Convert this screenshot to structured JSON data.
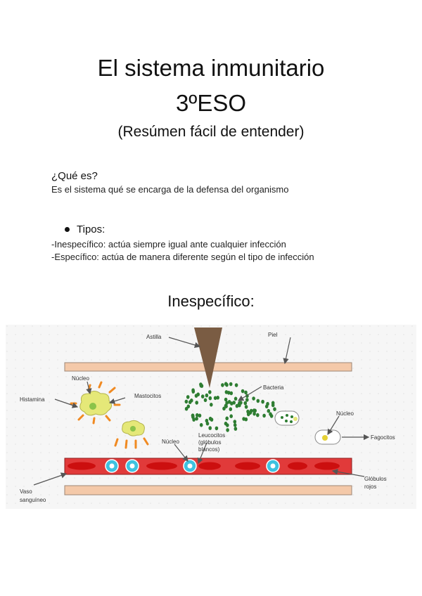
{
  "header": {
    "title_line1": "El sistema inmunitario",
    "title_line2": "3ºESO",
    "subtitle": "(Resúmen fácil de entender)"
  },
  "intro": {
    "question": "¿Qué es?",
    "answer": "Es el sistema qué se encarga  de la defensa del organismo"
  },
  "types": {
    "bullet": "Tipos:",
    "nonspecific": "-Inespecífico: actúa siempre igual ante cualquier infección",
    "specific": "-Específico: actúa de manera diferente según el tipo de infección"
  },
  "section_title": "Inespecífico:",
  "diagram": {
    "labels": {
      "astilla": "Astilla",
      "piel": "Piel",
      "nucleo_top": "Núcleo",
      "histamina": "Histamina",
      "mastocitos": "Mastocitos",
      "bacteria": "Bacteria",
      "nucleo_right": "Núcleo",
      "fagocitos": "Fagocitos",
      "nucleo_mid": "Núcleo",
      "leucocitos_1": "Leucocitos",
      "leucocitos_2": "(glóbulos",
      "leucocitos_3": "blancos)",
      "vaso_1": "Vaso",
      "vaso_2": "sanguíneo",
      "globulos_1": "Glóbulos",
      "globulos_2": "rojos"
    },
    "colors": {
      "skin": "#f4c9a9",
      "vessel": "#e13a3a",
      "red_cell": "#cc0f0f",
      "white_cell": "#3ec2e0",
      "bacteria": "#2e7d32",
      "splinter": "#7a5c43",
      "histamine": "#f08a22",
      "mastocyte": "#e5e878"
    }
  }
}
